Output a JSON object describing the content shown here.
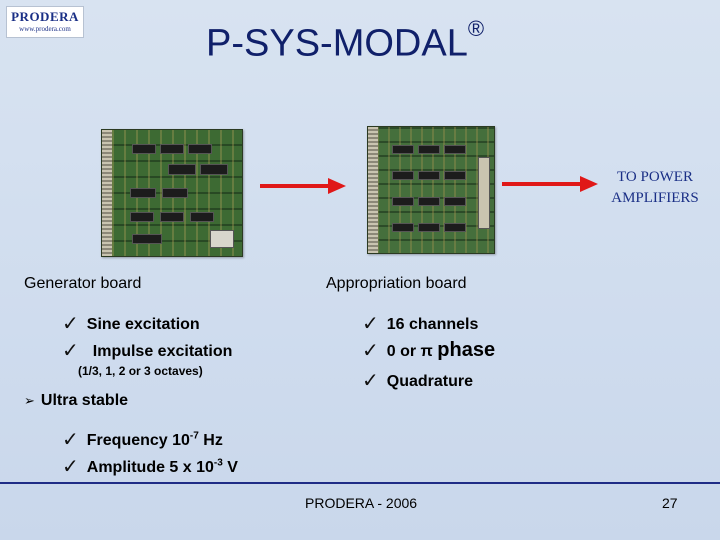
{
  "logo": {
    "name": "PRODERA",
    "url": "www.prodera.com"
  },
  "title": {
    "text": "P-SYS-MODAL",
    "mark": "®"
  },
  "power_note": {
    "line1": "TO POWER",
    "line2": "AMPLIFIERS"
  },
  "generator": {
    "label": "Generator board",
    "items": [
      "Sine excitation",
      "Impulse excitation"
    ],
    "octaves_note": "(1/3, 1, 2 or 3 octaves)",
    "stable_label": "Ultra stable",
    "frequency": {
      "prefix": "Frequency 10",
      "exp": "-7",
      "unit": " Hz"
    },
    "amplitude": {
      "prefix": "Amplitude 5 x 10",
      "exp": "-3",
      "unit": " V"
    }
  },
  "appropriation": {
    "label": "Appropriation board",
    "channels": "16 channels",
    "phase_prefix": "0 or π",
    "phase_word": "phase",
    "quadrature": "Quadrature"
  },
  "footer": {
    "text": "PRODERA - 2006",
    "page": "27"
  },
  "colors": {
    "title": "#10206a",
    "arrow": "#e01818",
    "rule": "#1f2c86"
  },
  "icons": {
    "check": "check-icon",
    "arrow_bullet": "arrow-bullet-icon"
  }
}
